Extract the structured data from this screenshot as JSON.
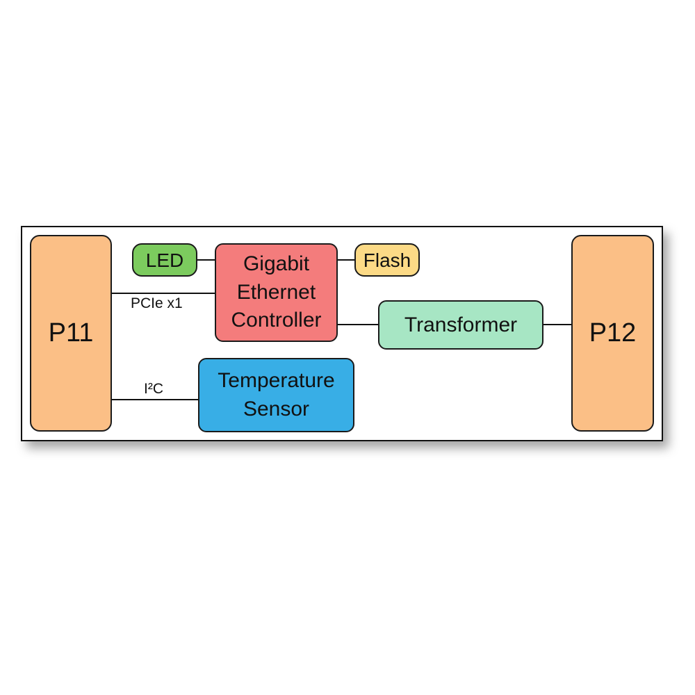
{
  "colors": {
    "connector": "#FBBF86",
    "led": "#7CCB5E",
    "flash": "#FCDA86",
    "controller": "#F47C7C",
    "transformer": "#A7E6C4",
    "sensor": "#38AEE6",
    "border": "#1a1a1a"
  },
  "blocks": {
    "p11": "P11",
    "p12": "P12",
    "led": "LED",
    "flash": "Flash",
    "controller": "Gigabit\nEthernet\nController",
    "transformer": "Transformer",
    "sensor": "Temperature\nSensor"
  },
  "bus_labels": {
    "pcie": "PCIe x1",
    "i2c": "I²C"
  }
}
